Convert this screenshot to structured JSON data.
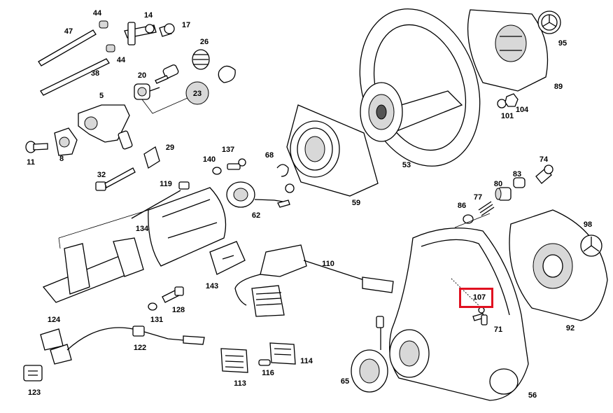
{
  "diagram": {
    "highlight": {
      "part": "107",
      "color": "#e01020"
    },
    "labels": [
      "44",
      "14",
      "17",
      "47",
      "26",
      "44",
      "38",
      "20",
      "23",
      "5",
      "11",
      "8",
      "29",
      "32",
      "140",
      "137",
      "68",
      "119",
      "134",
      "62",
      "59",
      "53",
      "95",
      "89",
      "101",
      "104",
      "74",
      "80",
      "83",
      "77",
      "86",
      "98",
      "110",
      "143",
      "128",
      "131",
      "124",
      "122",
      "123",
      "114",
      "113",
      "116",
      "65",
      "107",
      "71",
      "92",
      "56"
    ]
  }
}
